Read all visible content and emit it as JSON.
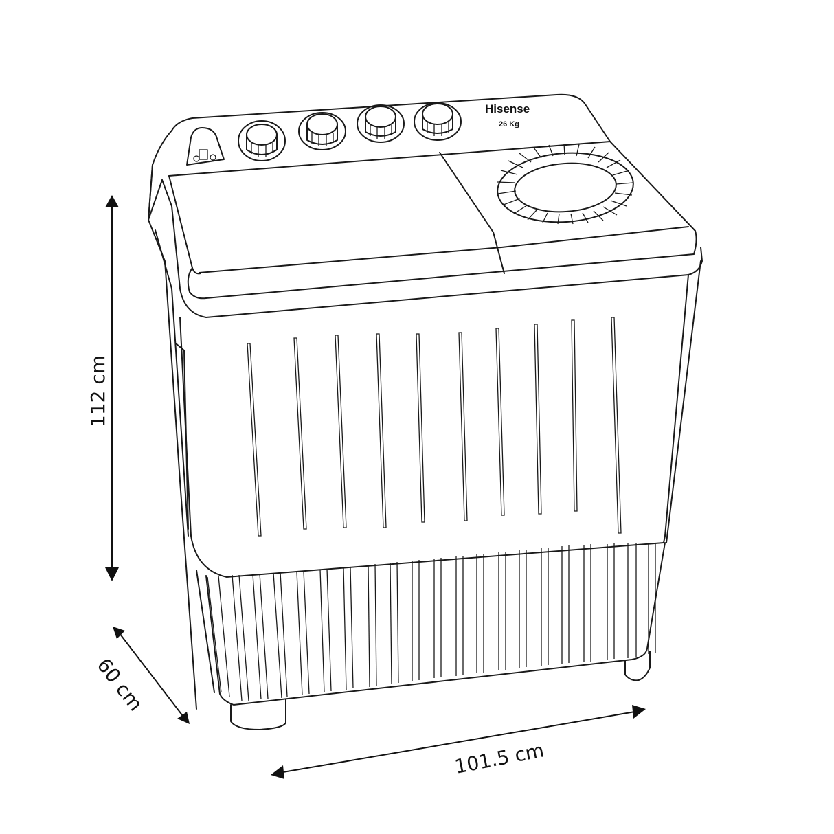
{
  "product": {
    "brand": "Hisense",
    "capacity": "26 Kg",
    "type": "twin-tub-washing-machine",
    "knob_count": 4,
    "front_slot_count": 10
  },
  "dimensions": {
    "height": "112 cm",
    "depth": "60 cm",
    "width": "101.5 cm"
  },
  "colors": {
    "line": "#1a1a1a",
    "background": "#ffffff"
  }
}
